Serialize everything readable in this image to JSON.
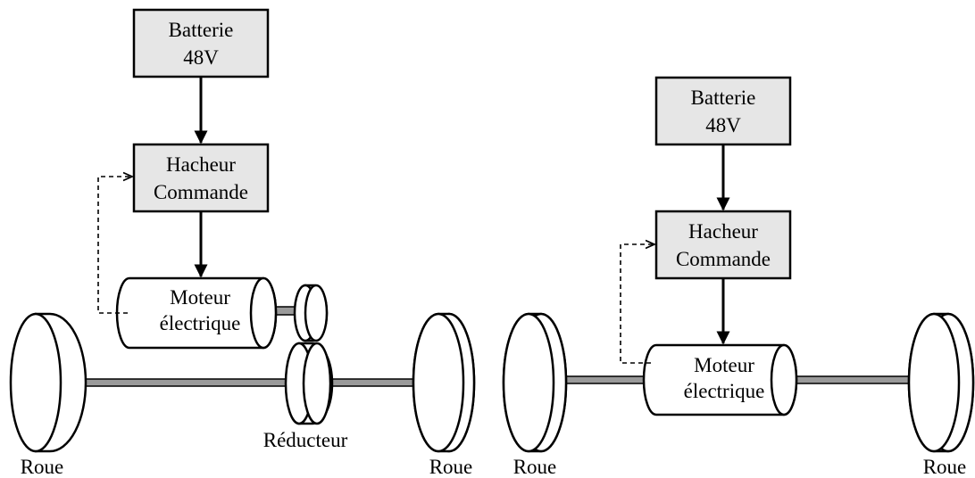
{
  "left_system": {
    "battery": {
      "line1": "Batterie",
      "line2": "48V"
    },
    "chopper": {
      "line1": "Hacheur",
      "line2": "Commande"
    },
    "motor": {
      "line1": "Moteur",
      "line2": "électrique"
    },
    "reducer_label": "Réducteur",
    "wheel_left_label": "Roue",
    "wheel_right_label": "Roue"
  },
  "right_system": {
    "battery": {
      "line1": "Batterie",
      "line2": "48V"
    },
    "chopper": {
      "line1": "Hacheur",
      "line2": "Commande"
    },
    "motor": {
      "line1": "Moteur",
      "line2": "électrique"
    },
    "wheel_left_label": "Roue",
    "wheel_right_label": "Roue"
  }
}
